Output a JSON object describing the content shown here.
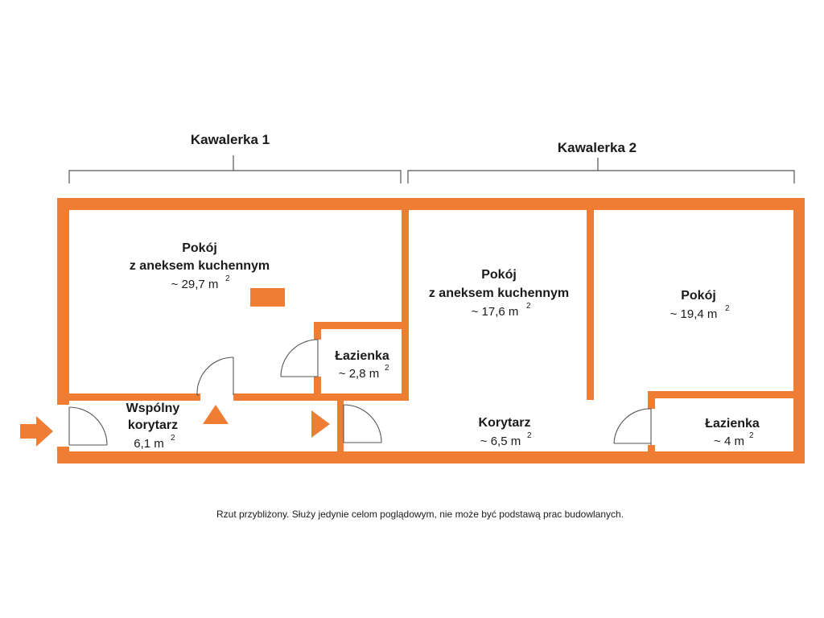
{
  "apartments": {
    "kawalerka1": "Kawalerka 1",
    "kawalerka2": "Kawalerka 2"
  },
  "rooms": {
    "pokoj1": {
      "name1": "Pokój",
      "name2": "z aneksem kuchennym",
      "area": "~ 29,7 m",
      "unit_sup": "2"
    },
    "lazienka1": {
      "name": "Łazienka",
      "area": "~ 2,8 m",
      "unit_sup": "2"
    },
    "korytarz_wspolny": {
      "name1": "Wspólny",
      "name2": "korytarz",
      "area": "6,1 m",
      "unit_sup": "2"
    },
    "pokoj2": {
      "name1": "Pokój",
      "name2": "z aneksem kuchennym",
      "area": "~ 17,6 m",
      "unit_sup": "2"
    },
    "pokoj3": {
      "name": "Pokój",
      "area": "~ 19,4 m",
      "unit_sup": "2"
    },
    "korytarz": {
      "name": "Korytarz",
      "area": "~ 6,5 m",
      "unit_sup": "2"
    },
    "lazienka2": {
      "name": "Łazienka",
      "area": "~ 4 m",
      "unit_sup": "2"
    }
  },
  "disclaimer": "Rzut przybliżony. Służy jedynie celom poglądowym, nie może być podstawą prac budowlanych.",
  "colors": {
    "wall": "#ef7d33",
    "bracket": "#555555",
    "door": "#555555"
  }
}
